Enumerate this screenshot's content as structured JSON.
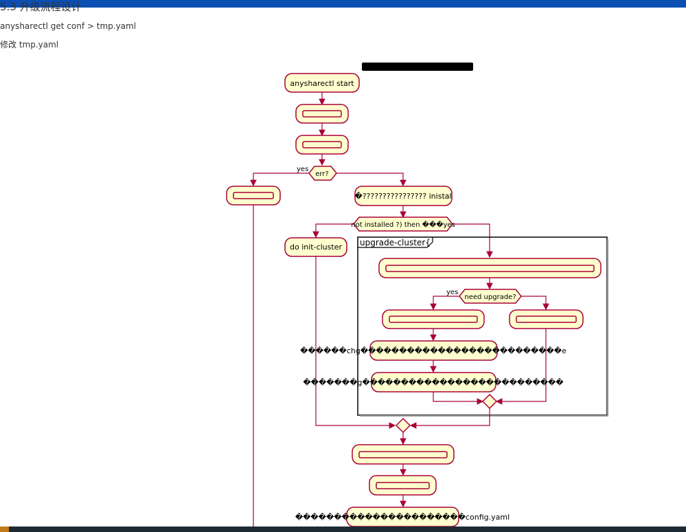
{
  "document": {
    "heading": "5.3 升级流程设计",
    "para1": "anysharectl get conf > tmp.yaml",
    "para2": "修改 tmp.yaml"
  },
  "diagram": {
    "title_text": "��������������������������",
    "start_node": "anysharectl start",
    "node_after_check": "���������������",
    "node_garbled_a": "�������������",
    "node_garbled_b": "�������������",
    "decision_err": "err?",
    "label_yes": "yes",
    "node_err_left": "�����������",
    "node_right_install": "�???????????????? inistal",
    "decision_installed": "not installed ?) then ���yes",
    "node_init_cluster": "do init-cluster",
    "partition_title": "upgrade-cluster{",
    "node_upgrade_top": "������������������������������������������������������",
    "decision_need_upgrade": "need upgrade?",
    "label_yes2": "yes",
    "node_upgrade_left": "��������������������������",
    "node_upgrade_right": "�����������������",
    "node_upgrade_step2": "������chg��������������������������e",
    "node_upgrade_step3": "�������g��������������������������",
    "node_after_merge1": "����������������������������",
    "node_after_merge2": "������������������",
    "node_last": "����������������������config.yaml"
  },
  "colors": {
    "node_fill": "#fefece",
    "node_stroke": "#a80036",
    "top_bar": "#0b4fb3",
    "bottom_bar": "#1e2a33"
  }
}
